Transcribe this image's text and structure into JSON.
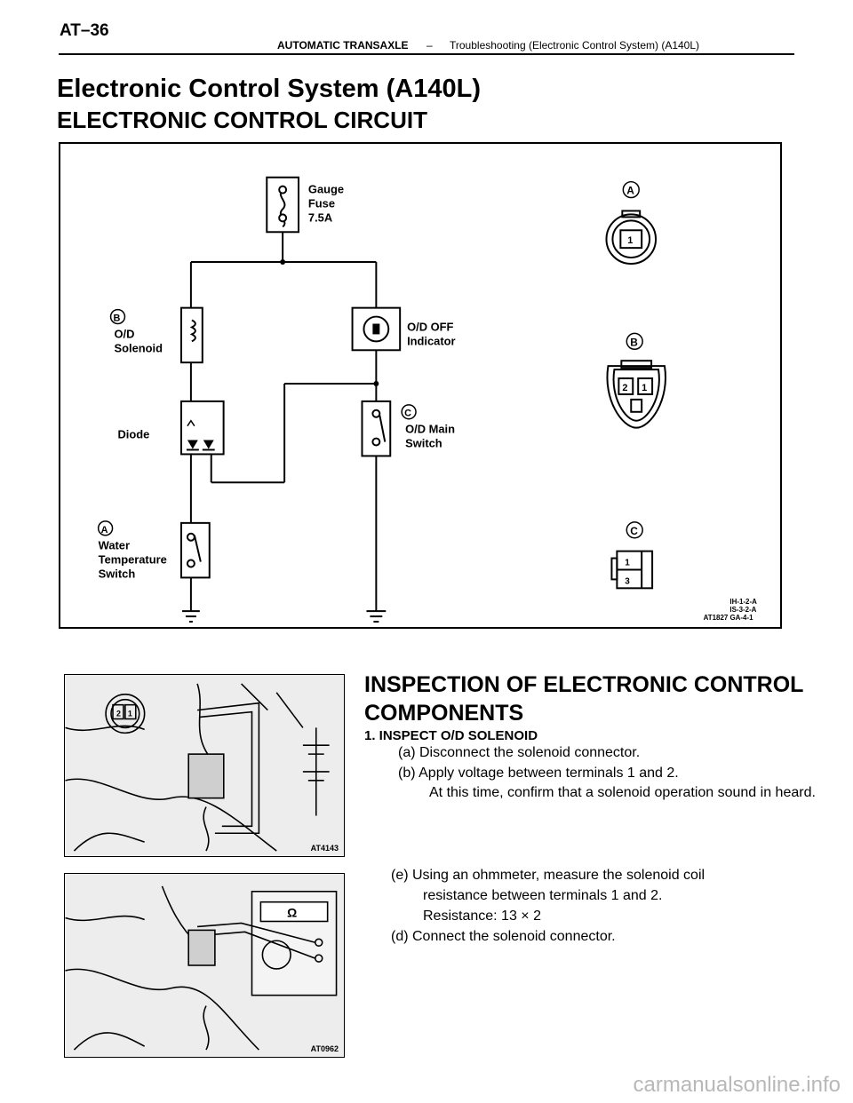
{
  "header": {
    "page_number": "AT–36",
    "section": "AUTOMATIC TRANSAXLE",
    "separator": "–",
    "topic": "Troubleshooting (Electronic Control System) (A140L)"
  },
  "title": "Electronic Control System (A140L)",
  "subtitle": "ELECTRONIC CONTROL CIRCUIT",
  "circuit": {
    "fuse_label": [
      "Gauge",
      "Fuse",
      "7.5A"
    ],
    "solenoid_tag": "B",
    "solenoid_label": [
      "O/D",
      "Solenoid"
    ],
    "indicator_label": [
      "O/D OFF",
      "Indicator"
    ],
    "diode_label": "Diode",
    "main_switch_tag": "C",
    "main_switch_label": [
      "O/D Main",
      "Switch"
    ],
    "water_switch_tag": "A",
    "water_switch_label": [
      "Water",
      "Temperature",
      "Switch"
    ],
    "connector_a_tag": "A",
    "connector_a_pins": [
      "1"
    ],
    "connector_b_tag": "B",
    "connector_b_pins": [
      "2",
      "1"
    ],
    "connector_c_tag": "C",
    "connector_c_pins": [
      "1",
      "3"
    ],
    "figure_codes": [
      "IH-1-2-A",
      "IS-3-2-A",
      "AT1827 GA-4-1"
    ]
  },
  "photo_1": {
    "code": "AT4143",
    "pins": [
      "2",
      "1"
    ]
  },
  "photo_2": {
    "code": "AT0962",
    "meter_symbol": "Ω"
  },
  "inspection": {
    "heading_line1": "INSPECTION OF ELECTRONIC CONTROL",
    "heading_line2": "COMPONENTS",
    "step_1": "1. INSPECT O/D SOLENOID",
    "step_a": "(a) Disconnect the solenoid connector.",
    "step_b": "(b) Apply voltage between terminals 1 and 2.",
    "step_b_note": "At this time, confirm that a solenoid operation sound in heard.",
    "step_e_line1": "(e) Using an ohmmeter, measure the solenoid coil",
    "step_e_line2": "resistance between terminals 1 and 2.",
    "step_e_line3": "Resistance: 13  ×  2",
    "step_d": "(d) Connect the solenoid connector."
  },
  "watermark": "carmanualsonline.info"
}
